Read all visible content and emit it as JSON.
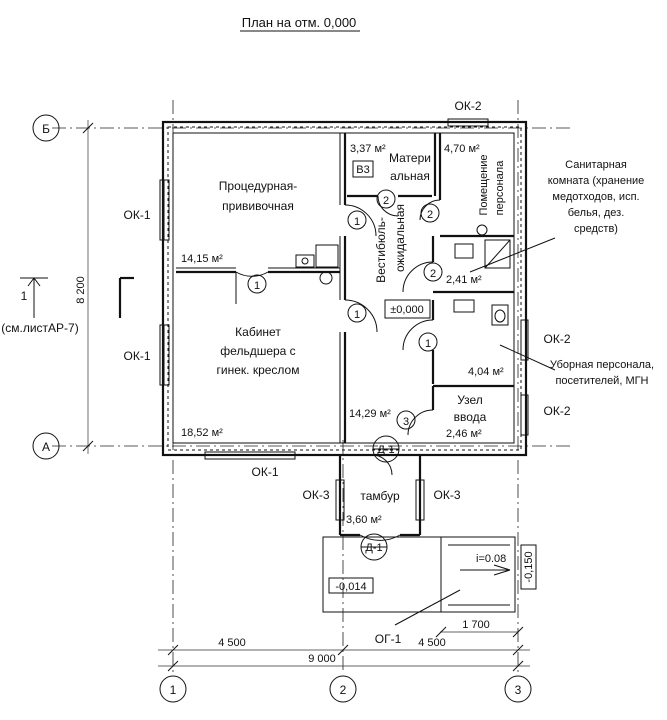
{
  "title": "План на отм. 0,000",
  "axes": {
    "b": "Б",
    "a": "А",
    "c1": "1",
    "c2": "2",
    "c3": "3"
  },
  "rooms": {
    "procedure": {
      "name1": "Процедурная-",
      "name2": "прививочная",
      "area": "14,15 м²"
    },
    "cabinet": {
      "name1": "Кабинет",
      "name2": "фельдшера с",
      "name3": "гинек. креслом",
      "area": "18,52 м²"
    },
    "material": {
      "name1": "Матери",
      "name2": "альная",
      "area": "3,37 м²",
      "tag": "В3"
    },
    "staff": {
      "name1": "Помещение",
      "name2": "персонала",
      "area": "4,70 м²"
    },
    "vestibule": {
      "name1": "Вестибюль-",
      "name2": "ожидальная",
      "area": "14,29 м²",
      "level": "±0,000"
    },
    "sanitary": {
      "area": "2,41 м²"
    },
    "toilet": {
      "area": "4,04 м²"
    },
    "input": {
      "name1": "Узел",
      "name2": "ввода",
      "area": "2,46 м²"
    },
    "tambour": {
      "name": "тамбур",
      "area": "3,60 м²"
    }
  },
  "marks": {
    "ok1": "ОК-1",
    "ok2": "ОК-2",
    "ok3": "ОК-3",
    "d1": "Д-1",
    "og1": "ОГ-1",
    "n1": "1",
    "n2": "2",
    "n3": "3"
  },
  "callouts": {
    "sanitary1": "Санитарная",
    "sanitary2": "комната (хранение",
    "sanitary3": "медотходов, исп.",
    "sanitary4": "белья, дез.",
    "sanitary5": "средств)",
    "toilet1": "Уборная персонала,",
    "toilet2": "посетителей, МГН"
  },
  "dims": {
    "bottom1": "4 500",
    "bottom2": "4 500",
    "total": "9 000",
    "ramp": "1 700",
    "height": "8 200",
    "level_porch": "-0,014",
    "level_ramp": "-0,150",
    "slope": "i=0.08"
  },
  "section": {
    "num": "1",
    "ref": "(см.листАР-7)"
  }
}
